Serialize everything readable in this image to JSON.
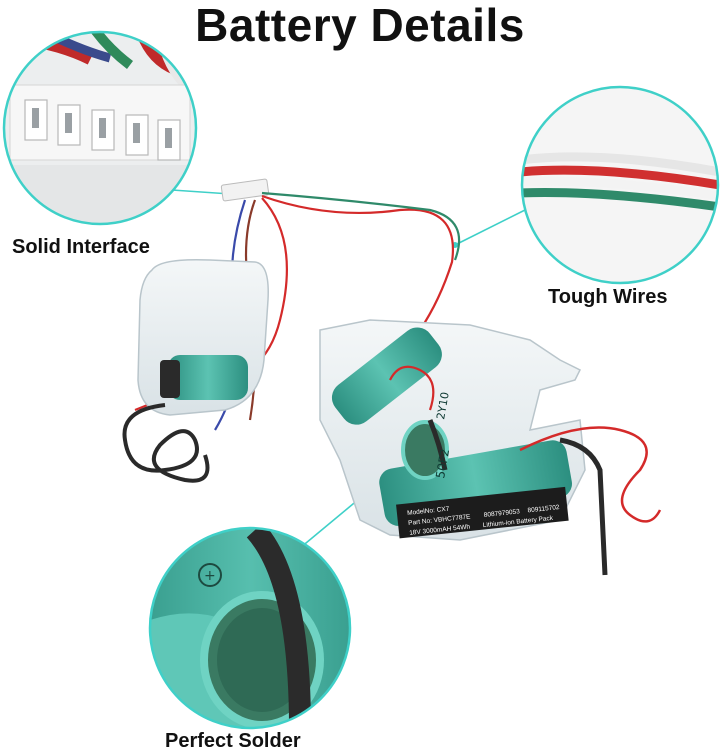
{
  "title": "Battery Details",
  "callouts": {
    "solid_interface": "Solid Interface",
    "tough_wires": "Tough Wires",
    "perfect_solder": "Perfect Solder"
  },
  "battery_label": {
    "line1": "ModelNo: CX7",
    "line2a": "Part No: VBHC7787E",
    "line2b": "8087979053",
    "line2c": "809115702",
    "line3a": "18V 3000mAH 54Wh",
    "line3b": "Lithium-ion Battery Pack"
  },
  "cell_print": "50F2",
  "cell_print2": "2Y10",
  "colors": {
    "accent": "#3fd0c8",
    "cell": "#3fa99a",
    "wire_red": "#d42a2a",
    "wire_green": "#2f8a6a",
    "wire_black": "#2a2a2a"
  }
}
